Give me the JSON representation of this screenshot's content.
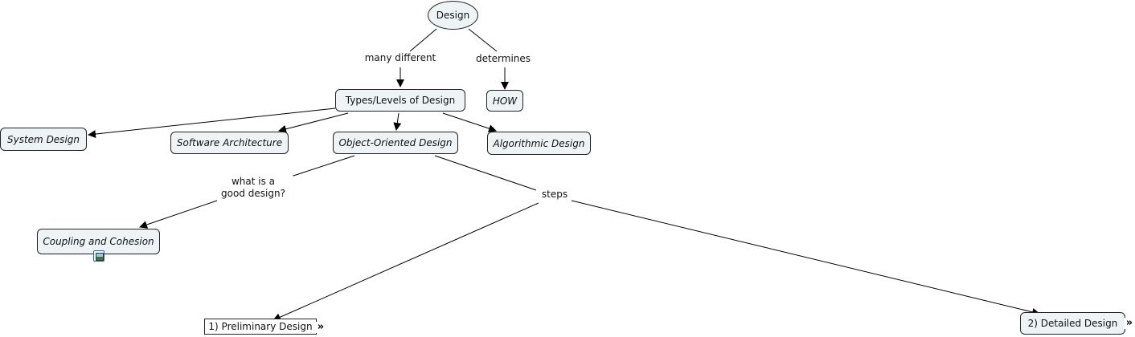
{
  "concepts": {
    "design": "Design",
    "types_levels": "Types/Levels of Design",
    "how": "HOW",
    "system_design": "System Design",
    "software_architecture": "Software Architecture",
    "object_oriented_design": "Object-Oriented Design",
    "algorithmic_design": "Algorithmic Design",
    "coupling_cohesion": "Coupling and Cohesion",
    "preliminary_design": "1) Preliminary Design",
    "detailed_design": "2) Detailed Design"
  },
  "linking_phrases": {
    "many_different": "many different",
    "determines": "determines",
    "what_is_good_design_line1": "what is a",
    "what_is_good_design_line2": "good design?",
    "steps": "steps"
  },
  "icons": {
    "image_resource": "image-resource-icon",
    "expand_submap": "double-chevron-right-icon"
  },
  "colors": {
    "node_fill": "#eef4f5",
    "node_border": "#222222",
    "line": "#000000"
  }
}
